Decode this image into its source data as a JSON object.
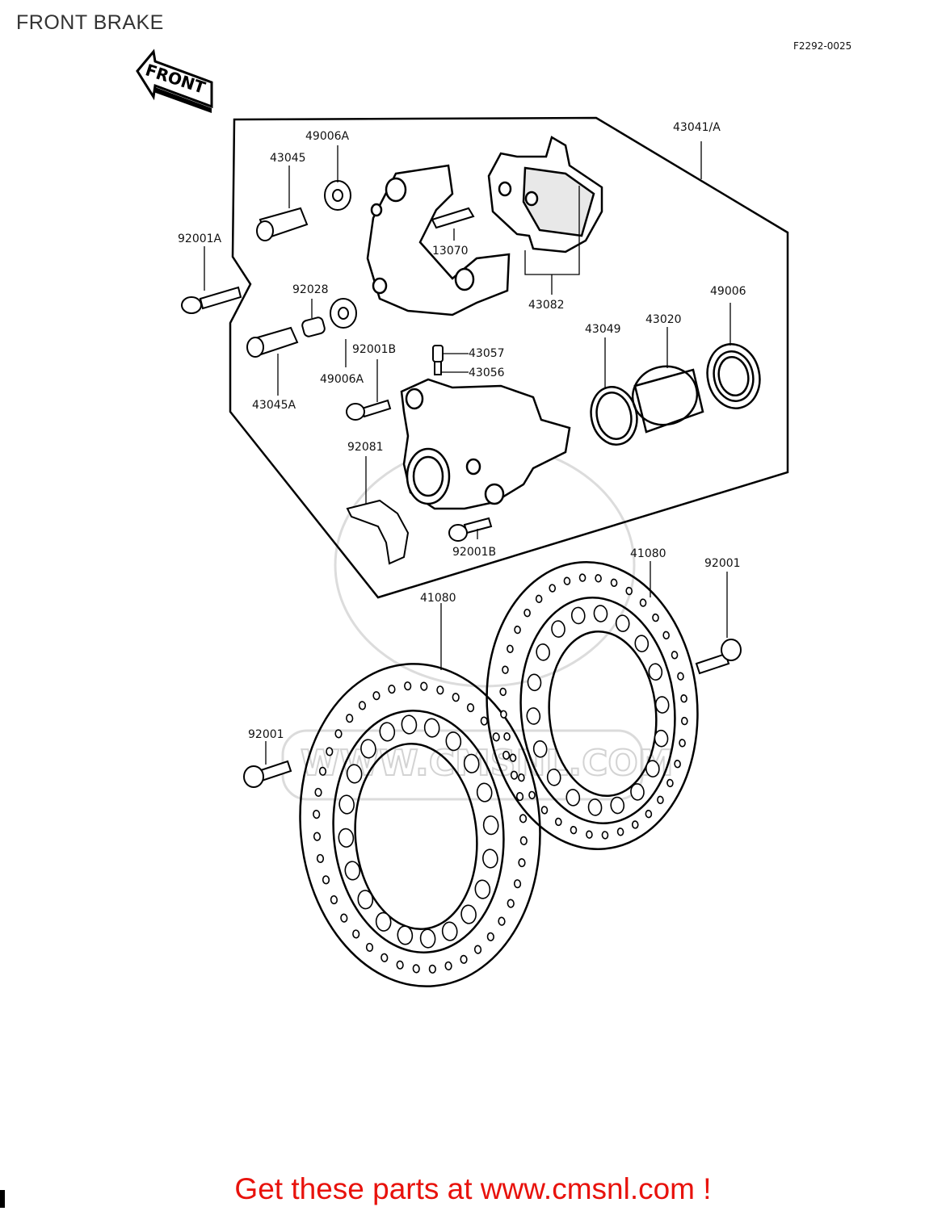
{
  "header": {
    "title": "FRONT BRAKE",
    "code": "F2292-0025"
  },
  "direction_arrow": {
    "label": "FRONT",
    "icon": "front-arrow-icon"
  },
  "watermark": {
    "text": "WWW.CMSNL.COM"
  },
  "part_labels": [
    {
      "id": "l1",
      "text": "43041/A"
    },
    {
      "id": "l2",
      "text": "49006A"
    },
    {
      "id": "l3",
      "text": "43045"
    },
    {
      "id": "l4",
      "text": "92001A"
    },
    {
      "id": "l5",
      "text": "13070"
    },
    {
      "id": "l6",
      "text": "43082"
    },
    {
      "id": "l7",
      "text": "92028"
    },
    {
      "id": "l8",
      "text": "49006"
    },
    {
      "id": "l9",
      "text": "43049"
    },
    {
      "id": "l10",
      "text": "43020"
    },
    {
      "id": "l11",
      "text": "92001B"
    },
    {
      "id": "l12",
      "text": "43057"
    },
    {
      "id": "l13",
      "text": "43056"
    },
    {
      "id": "l14",
      "text": "49006A"
    },
    {
      "id": "l15",
      "text": "43045A"
    },
    {
      "id": "l16",
      "text": "92081"
    },
    {
      "id": "l17",
      "text": "92001B"
    },
    {
      "id": "l18",
      "text": "41080"
    },
    {
      "id": "l19",
      "text": "92001"
    },
    {
      "id": "l20",
      "text": "41080"
    },
    {
      "id": "l21",
      "text": "92001"
    }
  ],
  "footer": {
    "cta": "Get these parts at www.cmsnl.com !"
  }
}
